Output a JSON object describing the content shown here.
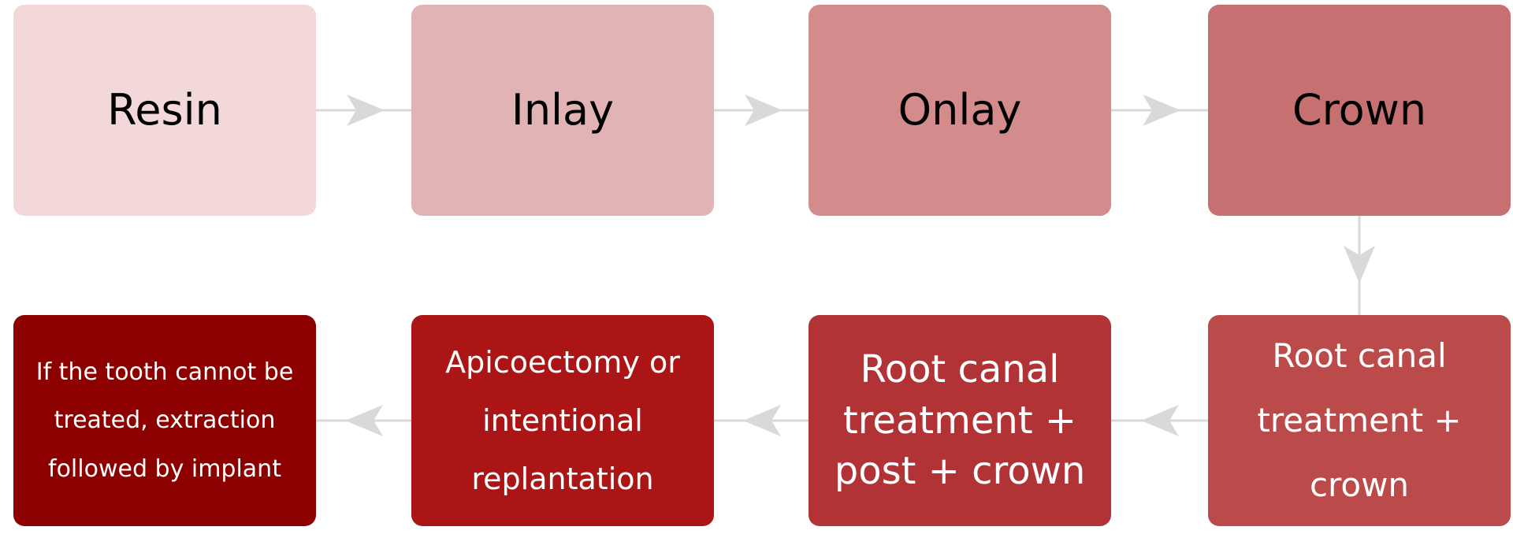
{
  "steps": [
    {
      "id": "resin",
      "label": "Resin"
    },
    {
      "id": "inlay",
      "label": "Inlay"
    },
    {
      "id": "onlay",
      "label": "Onlay"
    },
    {
      "id": "crown",
      "label": "Crown"
    },
    {
      "id": "rct_crown",
      "label": "Root canal\ntreatment +\ncrown"
    },
    {
      "id": "rct_post_crown",
      "label": "Root canal\ntreatment +\npost + crown"
    },
    {
      "id": "apicoectomy",
      "label": "Apicoectomy or\nintentional\nreplantation"
    },
    {
      "id": "extraction",
      "label": "If the tooth cannot be\ntreated, extraction\nfollowed by implant"
    }
  ],
  "colors": {
    "resin": "#f2d8d9",
    "inlay": "#e1b3b4",
    "onlay": "#d38b8b",
    "crown": "#c67072",
    "rct_crown": "#bb4a4a",
    "rct_post_crown": "#b23336",
    "apicoectomy": "#ac1515",
    "extraction": "#8d0000",
    "connector": "#d9d9d9"
  }
}
